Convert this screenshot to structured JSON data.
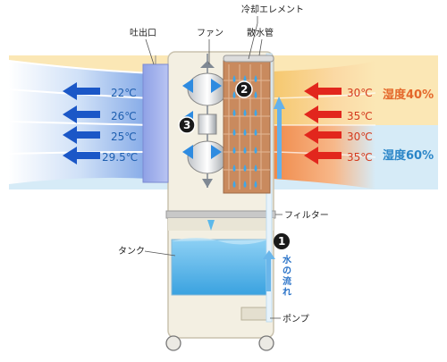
{
  "labels": {
    "cooling_element": "冷却エレメント",
    "outlet": "吐出口",
    "fan": "ファン",
    "drain_pipe": "散水管",
    "filter": "フィルター",
    "tank": "タンク",
    "pump": "ポンプ",
    "water_flow": [
      "水",
      "の",
      "流",
      "れ"
    ]
  },
  "outlet_temps": [
    "22℃",
    "26℃",
    "25℃",
    "29.5℃"
  ],
  "inlet_temps": [
    "30℃",
    "35℃",
    "30℃",
    "35℃"
  ],
  "humidity": {
    "upper": "湿度40%",
    "lower": "湿度60%"
  },
  "steps": [
    "1",
    "2",
    "3"
  ],
  "colors": {
    "upper_band": "#fbe7b5",
    "lower_band": "#d6ebf7",
    "cold_arrow": "#1b57c7",
    "hot_arrow": "#e2261d",
    "cabinet": "#f3efe2",
    "water": "#5bb8ea"
  }
}
